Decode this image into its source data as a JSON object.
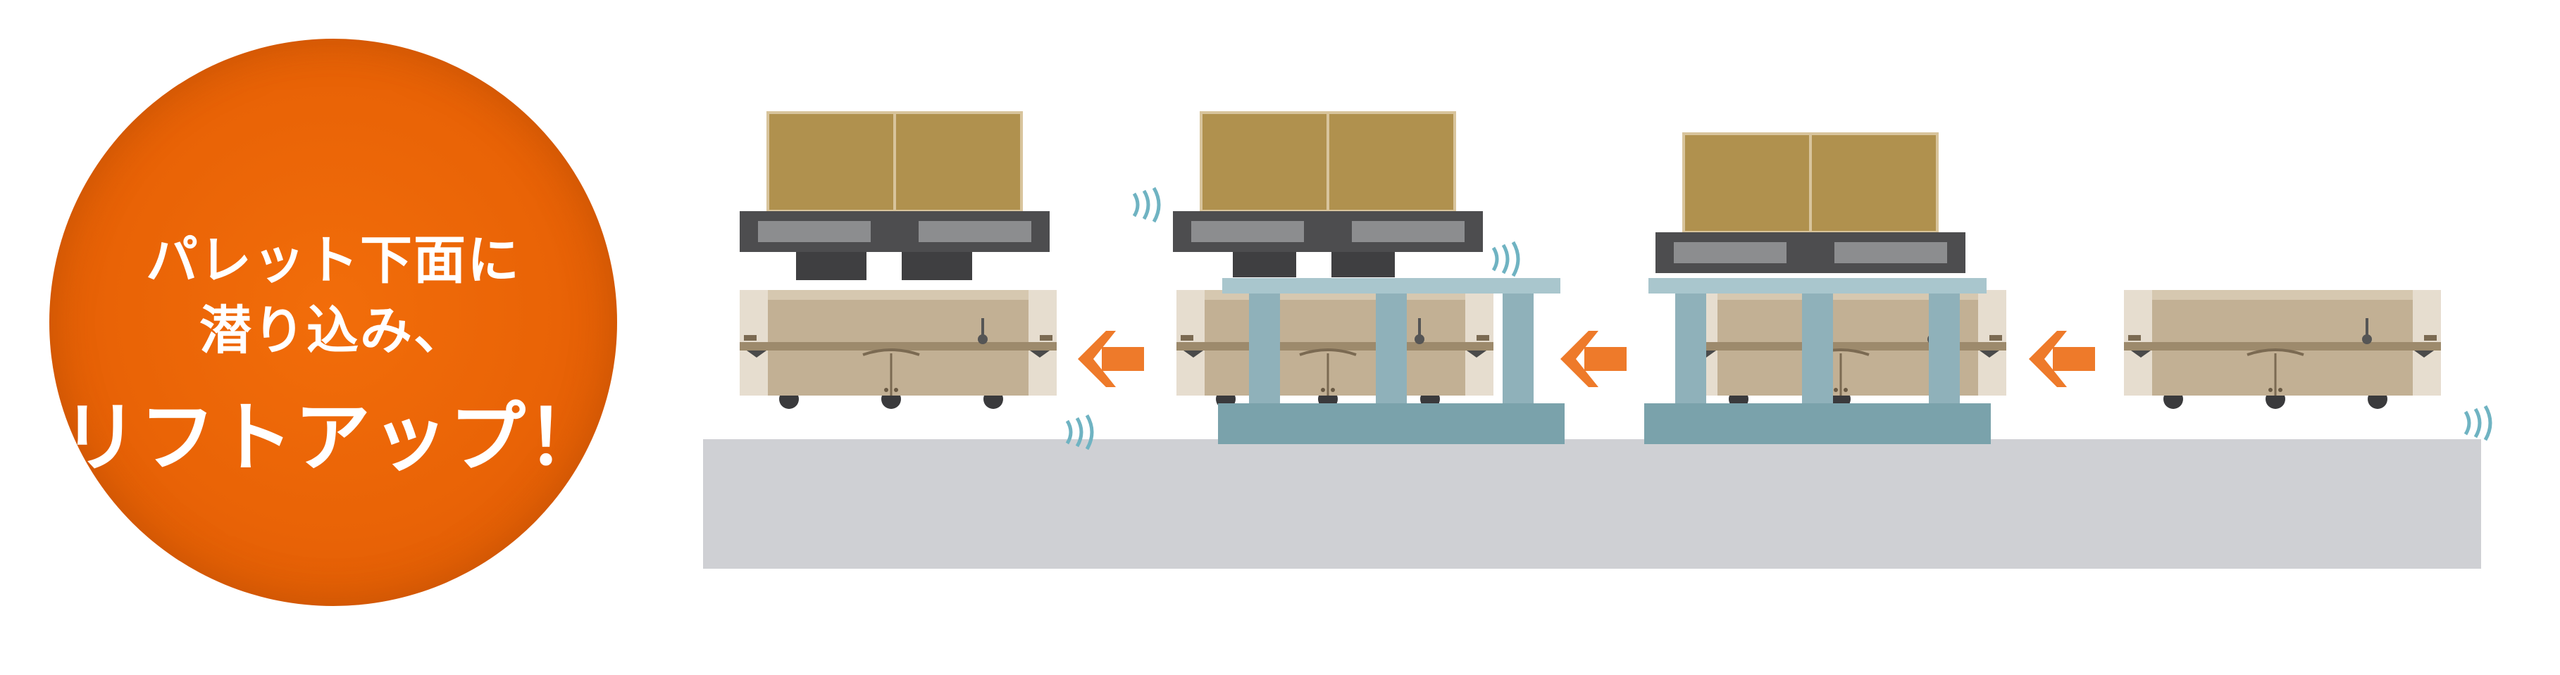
{
  "badge": {
    "line1": "パレット下面に",
    "line2": "潜り込み、",
    "line3": "リフトアップ！",
    "color": "#e96306"
  },
  "colors": {
    "floor": "#cfd0d4",
    "cargo": "#b0914e",
    "cargo_border": "#d8c49c",
    "pallet": "#4d4d4f",
    "pallet_slot": "#8c8d8f",
    "robot_body": "#c2b094",
    "robot_side": "#e6ddcf",
    "rack": "#8fb1ba",
    "rack_base": "#7aa2ab",
    "arrow": "#ee7a2a",
    "wave": "#6fb3c2"
  }
}
